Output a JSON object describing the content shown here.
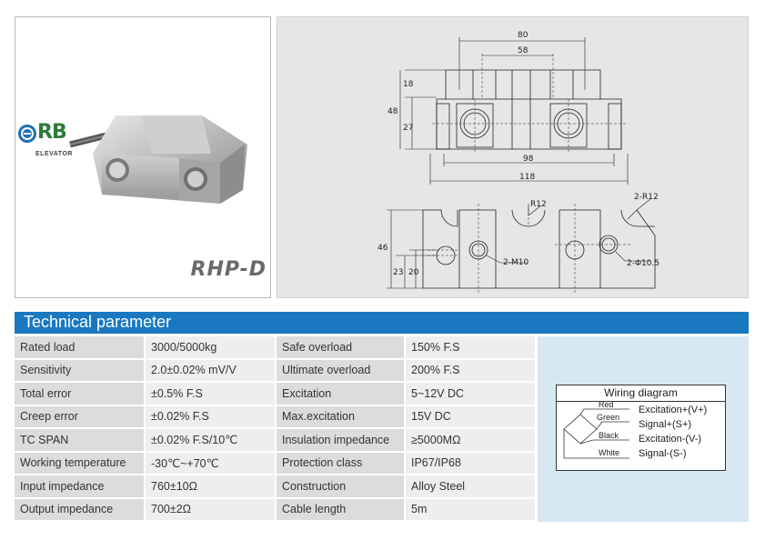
{
  "product": {
    "model": "RHP-D",
    "brand": "RB",
    "brand_sub": "ELEVATOR"
  },
  "drawing": {
    "dims": [
      "80",
      "58",
      "18",
      "48",
      "27",
      "98",
      "118",
      "R12",
      "2-R12",
      "46",
      "23",
      "20",
      "2-M10",
      "2-Φ10.5"
    ]
  },
  "section": {
    "title": "Technical parameter"
  },
  "params": [
    [
      "Rated load",
      "3000/5000kg",
      "Safe overload",
      "150% F.S"
    ],
    [
      "Sensitivity",
      "2.0±0.02% mV/V",
      "Ultimate overload",
      "200% F.S"
    ],
    [
      "Total error",
      "±0.5% F.S",
      "Excitation",
      "5~12V DC"
    ],
    [
      "Creep error",
      "±0.02% F.S",
      "Max.excitation",
      "15V DC"
    ],
    [
      "TC SPAN",
      "±0.02% F.S/10℃",
      "Insulation impedance",
      "≥5000MΩ"
    ],
    [
      "Working temperature",
      "-30℃~+70℃",
      "Protection class",
      "IP67/IP68"
    ],
    [
      "Input impedance",
      "760±10Ω",
      "Construction",
      "Alloy Steel"
    ],
    [
      "Output impedance",
      "700±2Ω",
      "Cable length",
      "5m"
    ]
  ],
  "wiring": {
    "title": "Wiring diagram",
    "wires": [
      "Red",
      "Green",
      "Black",
      "White"
    ],
    "signals": [
      "Excitation+(V+)",
      "Signal+(S+)",
      "Excitation-(V-)",
      "Signal-(S-)"
    ]
  },
  "colors": {
    "header_bar": "#1a78c1",
    "wiring_bg": "#d7e8f3",
    "brand_green": "#2e7c3a"
  }
}
